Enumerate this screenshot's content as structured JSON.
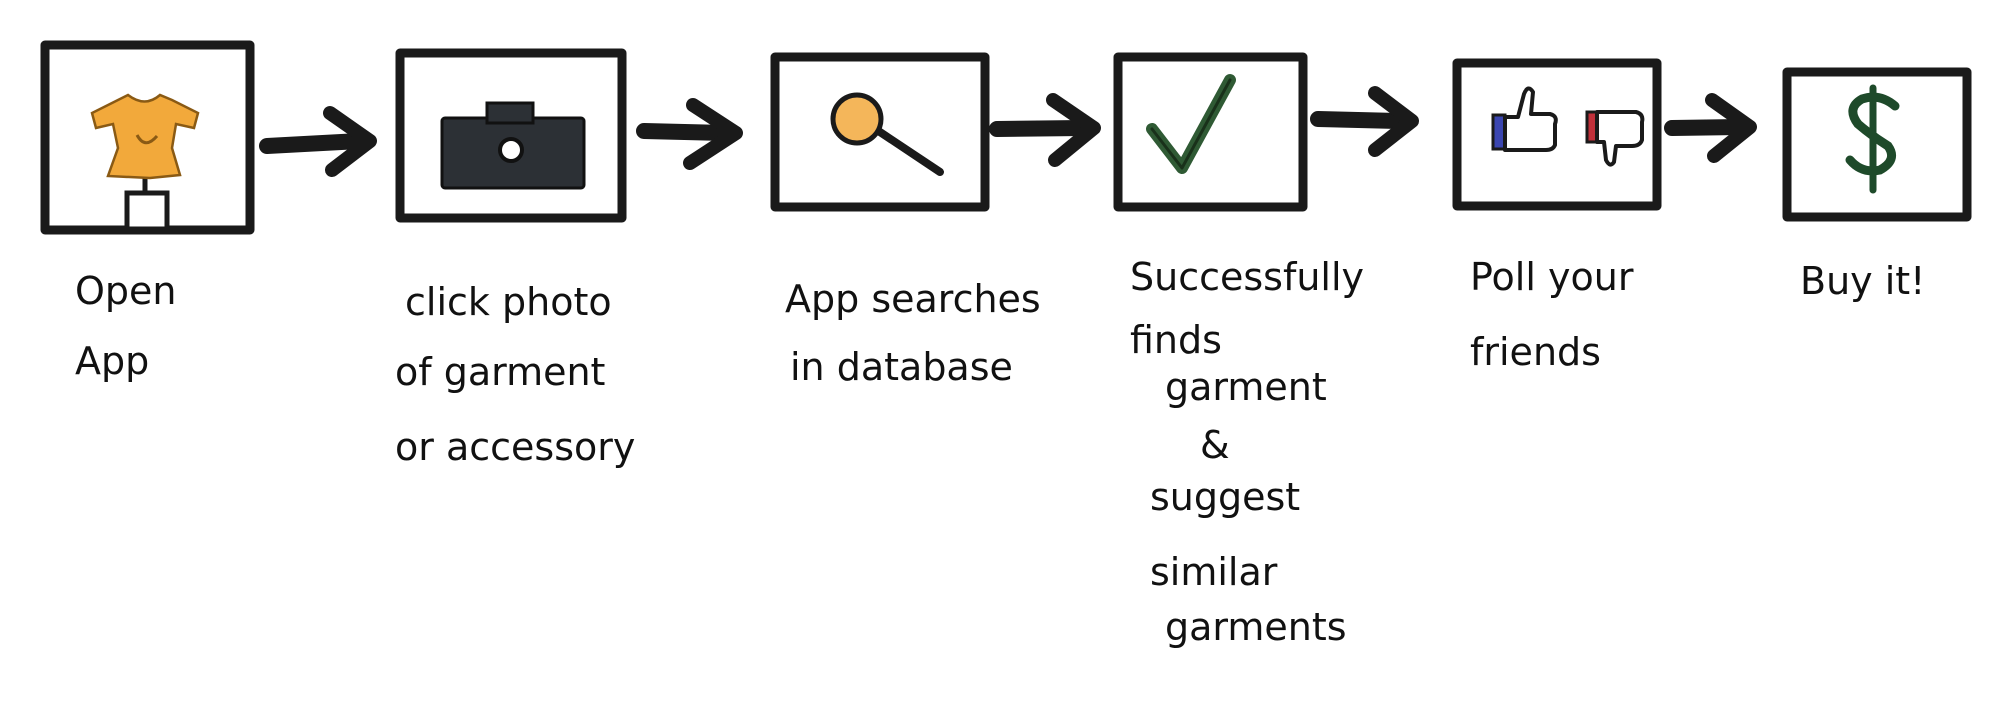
{
  "steps": [
    {
      "id": "open-app",
      "icon": "dress-on-mannequin-icon",
      "caption_lines": [
        "Open",
        "App"
      ]
    },
    {
      "id": "click-photo",
      "icon": "camera-icon",
      "caption_lines": [
        "click photo",
        "of garment",
        "or accessory"
      ]
    },
    {
      "id": "app-searches",
      "icon": "magnifying-glass-icon",
      "caption_lines": [
        "App searches",
        "in database"
      ]
    },
    {
      "id": "successfully-finds",
      "icon": "checkmark-icon",
      "caption_lines": [
        "Successfully",
        "finds",
        "garment",
        "&",
        "suggest",
        "similar",
        "garments"
      ]
    },
    {
      "id": "poll-friends",
      "icon": "thumbs-up-down-icon",
      "caption_lines": [
        "Poll your",
        "friends"
      ]
    },
    {
      "id": "buy-it",
      "icon": "dollar-sign-icon",
      "caption_lines": [
        "Buy it!"
      ]
    }
  ],
  "colors": {
    "ink": "#1a1a1a",
    "dress": "#f2a93b",
    "lens": "#f4b65a",
    "camera": "#2c3035",
    "check": "#2f5a34",
    "dollar": "#1e4a2a",
    "thumb_up_cuff": "#3b46b0",
    "thumb_down_cuff": "#c0303a"
  }
}
